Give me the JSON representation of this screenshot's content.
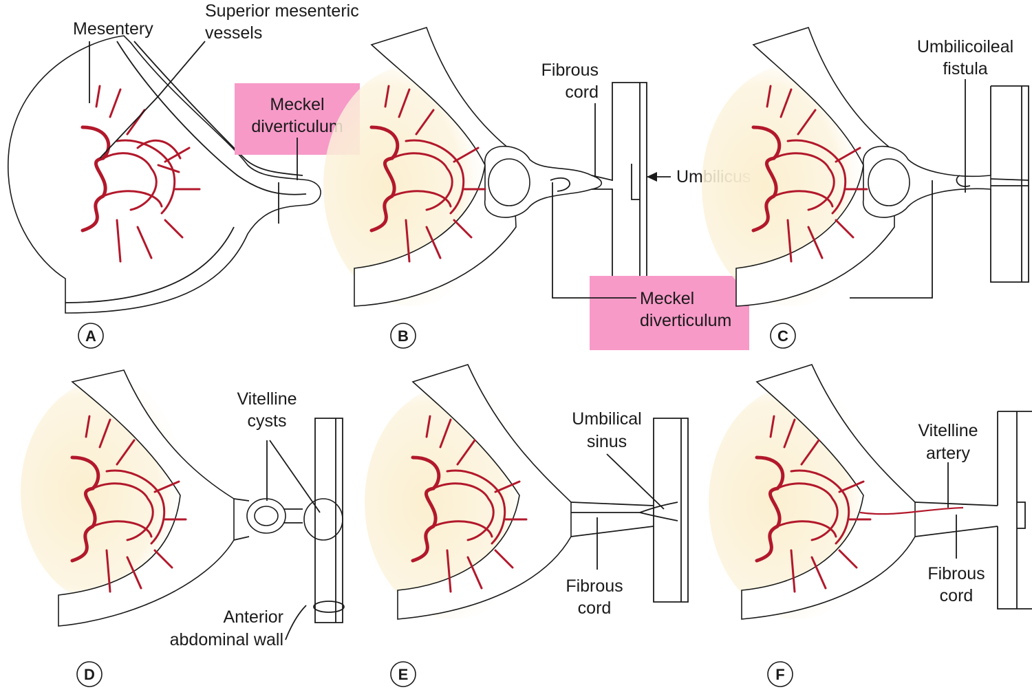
{
  "colors": {
    "vessel": "#b2182b",
    "highlight": "#f79ac8",
    "mesentery_fill": "#fbefcf",
    "outline": "#1a1a1a"
  },
  "panels": {
    "A": {
      "letter": "A",
      "mesentery": "Mesentery",
      "sup_vessels_1": "Superior mesenteric",
      "sup_vessels_2": "vessels",
      "meckel_1": "Meckel",
      "meckel_2": "diverticulum"
    },
    "B": {
      "letter": "B",
      "fibrous_1": "Fibrous",
      "fibrous_2": "cord",
      "umbilicus": "Umbilicus",
      "meckel_1": "Meckel",
      "meckel_2": "diverticulum"
    },
    "C": {
      "letter": "C",
      "fistula_1": "Umbilicoileal",
      "fistula_2": "fistula"
    },
    "D": {
      "letter": "D",
      "cysts_1": "Vitelline",
      "cysts_2": "cysts",
      "wall_1": "Anterior",
      "wall_2": "abdominal wall"
    },
    "E": {
      "letter": "E",
      "sinus_1": "Umbilical",
      "sinus_2": "sinus",
      "fibrous_1": "Fibrous",
      "fibrous_2": "cord"
    },
    "F": {
      "letter": "F",
      "artery_1": "Vitelline",
      "artery_2": "artery",
      "fibrous_1": "Fibrous",
      "fibrous_2": "cord"
    }
  }
}
